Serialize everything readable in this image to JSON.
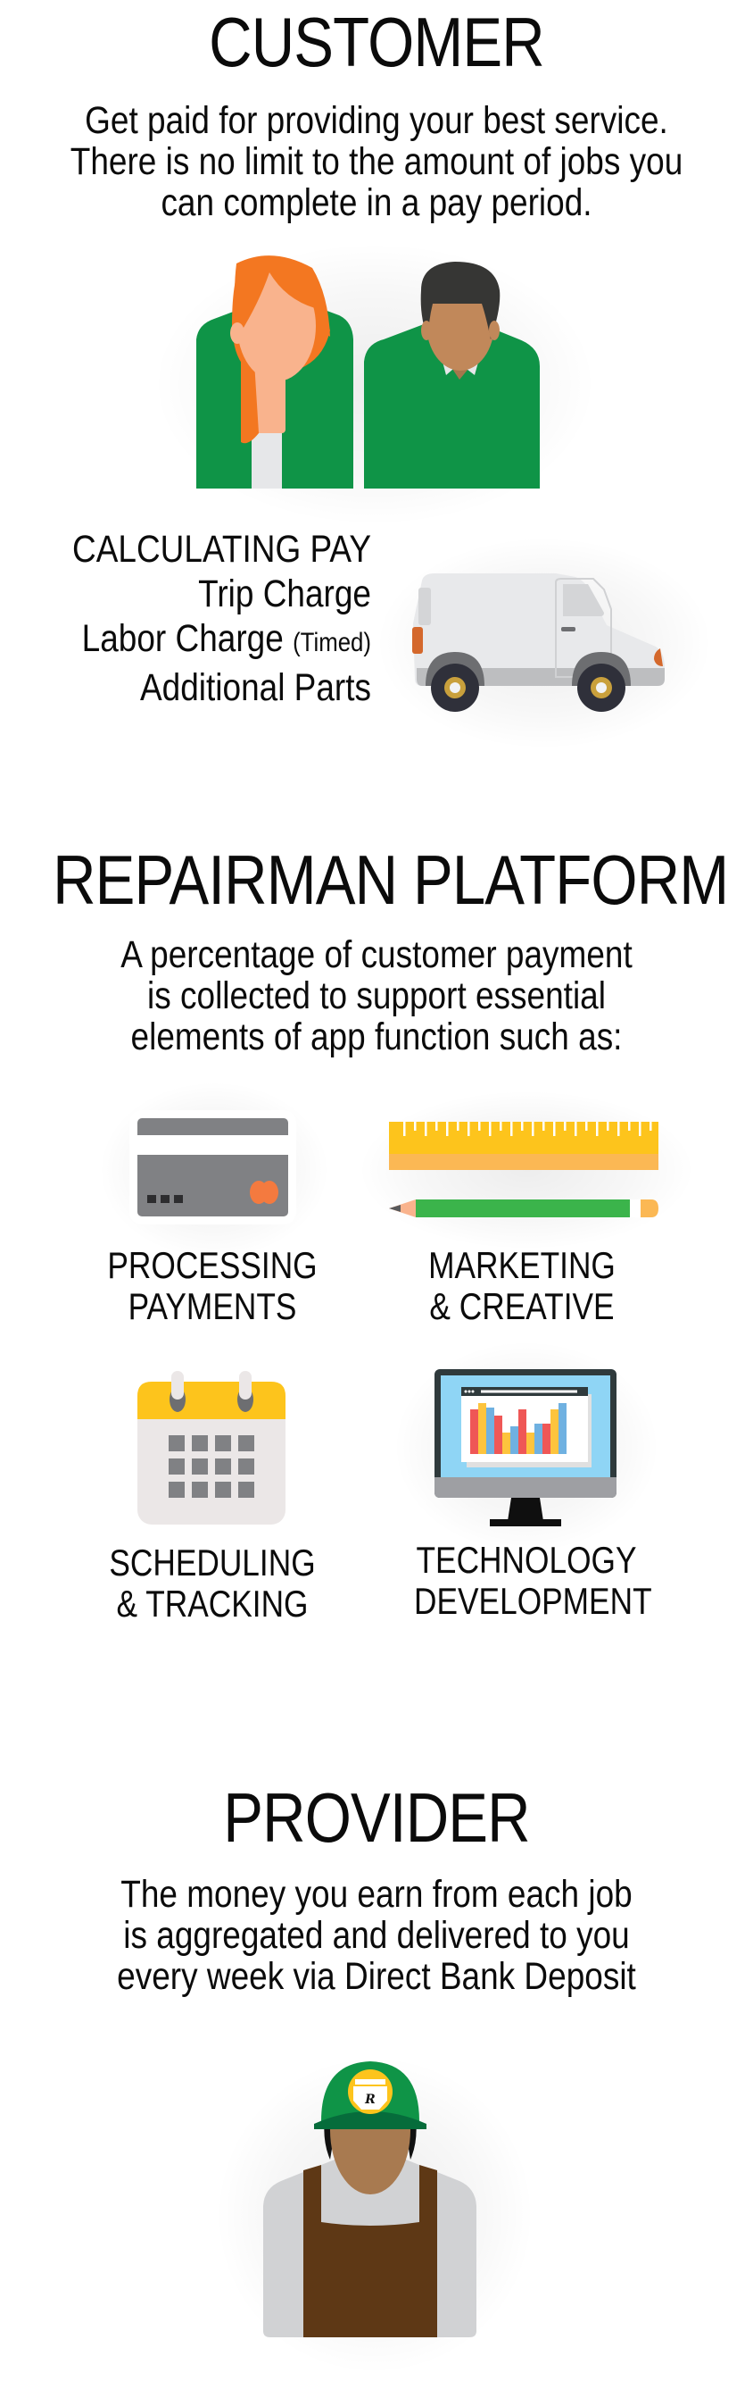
{
  "customer": {
    "title": "CUSTOMER",
    "description": "Get paid for providing your best service.\nThere is no limit to the amount of jobs you\ncan complete in a pay period.",
    "illustration": "customers-icon",
    "calculating_pay": {
      "heading": "CALCULATING PAY",
      "items": [
        {
          "label": "Trip Charge",
          "note": ""
        },
        {
          "label": "Labor Charge",
          "note": "(Timed)"
        },
        {
          "label": "Additional Parts",
          "note": ""
        }
      ],
      "illustration": "van-icon"
    }
  },
  "platform": {
    "title": "REPAIRMAN PLATFORM",
    "description": "A percentage of customer payment\nis collected to support essential\nelements of app function such as:",
    "features": [
      {
        "icon": "credit-card-icon",
        "label": "PROCESSING\nPAYMENTS"
      },
      {
        "icon": "ruler-pencil-icon",
        "label": "MARKETING\n& CREATIVE"
      },
      {
        "icon": "calendar-icon",
        "label": "SCHEDULING\n& TRACKING"
      },
      {
        "icon": "monitor-chart-icon",
        "label": "TECHNOLOGY\nDEVELOPMENT"
      }
    ]
  },
  "provider": {
    "title": "PROVIDER",
    "description": "The money you earn from each job\nis aggregated and delivered to you\nevery week via Direct Bank Deposit",
    "illustration": "repairman-icon",
    "cap_logo_letter": "R"
  },
  "colors": {
    "green": "#0f9447",
    "orange_hair": "#f37721",
    "yellow": "#fdc41c",
    "brown_apron": "#5e3815",
    "van_body": "#e8e9eb",
    "card_gray": "#808184"
  }
}
